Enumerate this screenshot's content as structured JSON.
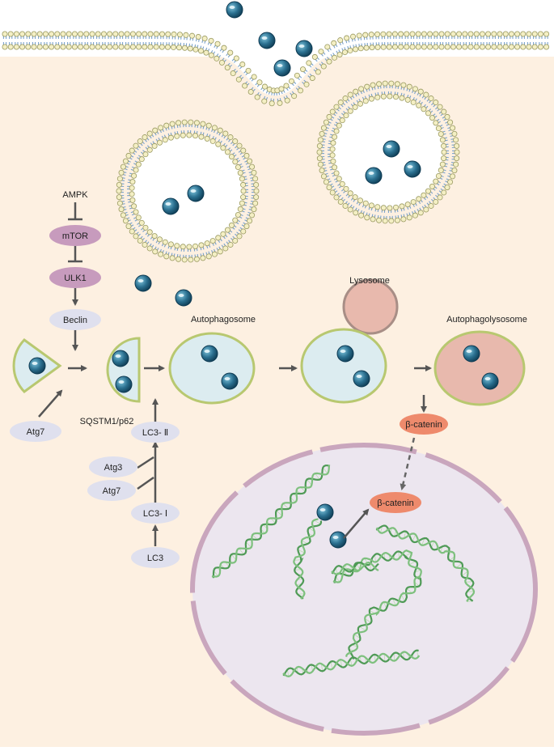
{
  "labels": {
    "ampk": "AMPK",
    "mtor": "mTOR",
    "ulk1": "ULK1",
    "beclin": "Beclin",
    "atg7_left": "Atg7",
    "sqstm1": "SQSTM1/p62",
    "lc3_ii": "LC3- Ⅱ",
    "atg3": "Atg3",
    "atg7_lower": "Atg7",
    "lc3_i": "LC3- Ⅰ",
    "lc3": "LC3",
    "autophagosome": "Autophagosome",
    "lysosome": "Lysosome",
    "autophagolysosome": "Autophagolysosome",
    "beta_catenin_cyto": "β-catenin",
    "beta_catenin_nuc": "β-catenin"
  },
  "colors": {
    "cytoplasm": "#fdf0e1",
    "lipid_head": "#f4efc4",
    "lipid_head_stroke": "#9a9a62",
    "lipid_tail": "#7aa2cc",
    "vesicle_fill": "#dcecf0",
    "vesicle_stroke": "#b8c870",
    "lysosome_fill": "#e8b9ad",
    "lysosome_stroke": "#a88e86",
    "nucleus_fill": "#ece6ef",
    "nucleus_stroke": "#c9a6bd",
    "pill_gray": "#dfe0ee",
    "pill_purple": "#c79bbd",
    "pill_orange": "#ee8a6c",
    "particle": "#2a6f8f",
    "arrow": "#555555",
    "dna": "#7ec07e"
  },
  "icons": {
    "particle": "nanoparticle-icon",
    "dna": "dna-strand-icon"
  }
}
